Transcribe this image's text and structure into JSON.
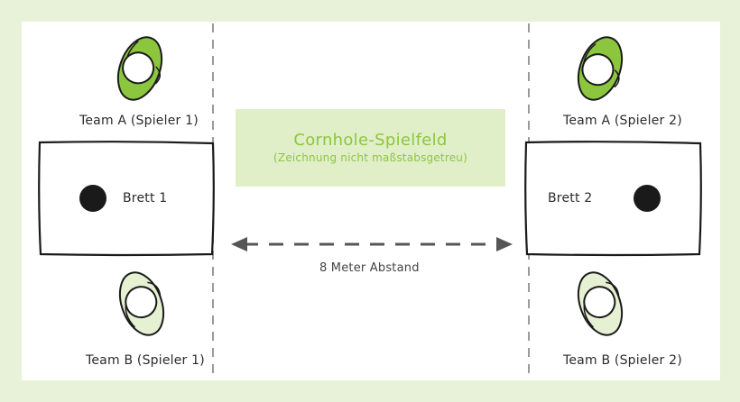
{
  "header": {
    "title": "Cornhole-Spielfeld",
    "subtitle": "(Zeichnung nicht maßstabsgetreu)"
  },
  "players": {
    "team_a_1": "Team A (Spieler 1)",
    "team_a_2": "Team A (Spieler 2)",
    "team_b_1": "Team B (Spieler 1)",
    "team_b_2": "Team B (Spieler 2)"
  },
  "boards": {
    "board_1": "Brett 1",
    "board_2": "Brett 2"
  },
  "distance": {
    "label": "8 Meter Abstand"
  },
  "colors": {
    "background": "#e8f2d8",
    "team_a": "#8cc63f",
    "team_b": "#e6f1d3",
    "accent_text": "#8cc63f",
    "line": "#555555"
  },
  "icons": {
    "player_a": "player-top-view-icon",
    "player_b": "player-top-view-icon",
    "hole": "board-hole-icon",
    "arrow": "double-arrow-icon"
  }
}
